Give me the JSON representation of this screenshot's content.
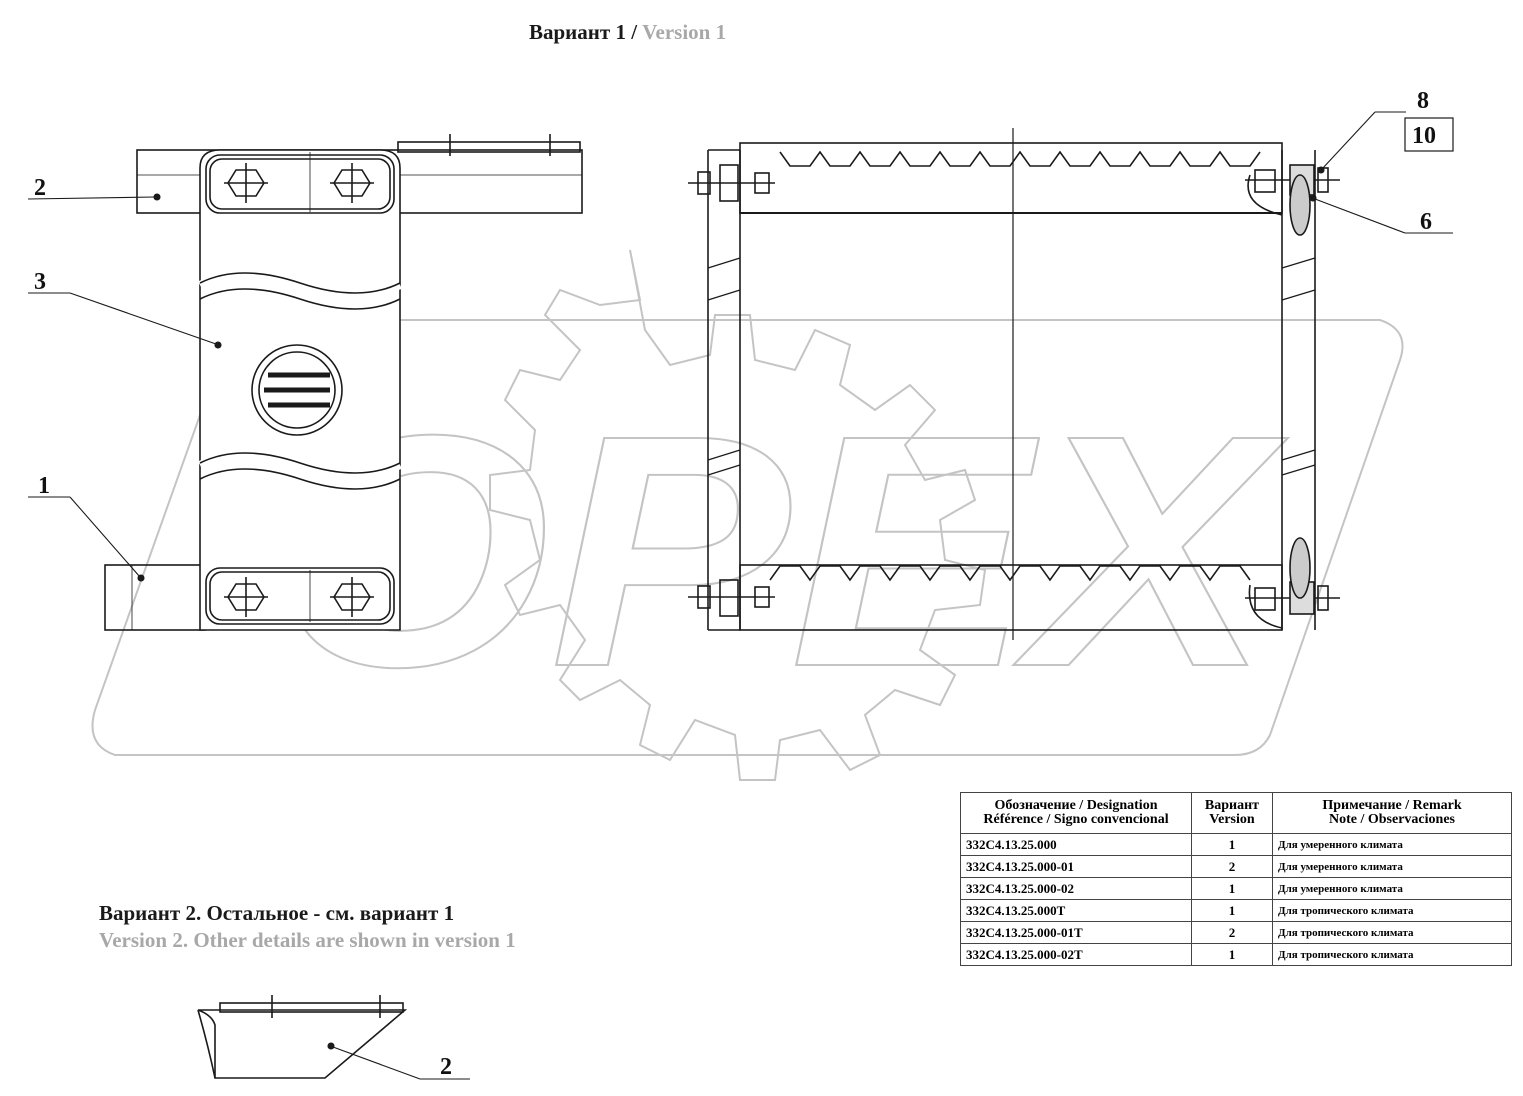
{
  "title": {
    "ru": "Вариант 1",
    "sep": " / ",
    "en": "Version 1"
  },
  "variant2": {
    "ru": "Вариант 2. Остальное - см. вариант 1",
    "en": "Version 2. Other details are shown in version 1"
  },
  "watermark": "OPEX",
  "callouts": {
    "c1": "1",
    "c2": "2",
    "c3": "3",
    "c6": "6",
    "c8": "8",
    "c10": "10",
    "c2b": "2"
  },
  "table": {
    "headers": {
      "designation": [
        "Обозначение / Designation",
        "Référence / Signo convencional"
      ],
      "version": [
        "Вариант",
        "Version"
      ],
      "remark": [
        "Примечание / Remark",
        "Note / Observaciones"
      ]
    },
    "rows": [
      {
        "designation": "332C4.13.25.000",
        "version": "1",
        "note": "Для умеренного климата"
      },
      {
        "designation": "332C4.13.25.000-01",
        "version": "2",
        "note": "Для умеренного климата"
      },
      {
        "designation": "332C4.13.25.000-02",
        "version": "1",
        "note": "Для умеренного климата"
      },
      {
        "designation": "332C4.13.25.000T",
        "version": "1",
        "note": "Для тропического климата"
      },
      {
        "designation": "332C4.13.25.000-01T",
        "version": "2",
        "note": "Для тропического климата"
      },
      {
        "designation": "332C4.13.25.000-02T",
        "version": "1",
        "note": "Для тропического климата"
      }
    ]
  }
}
